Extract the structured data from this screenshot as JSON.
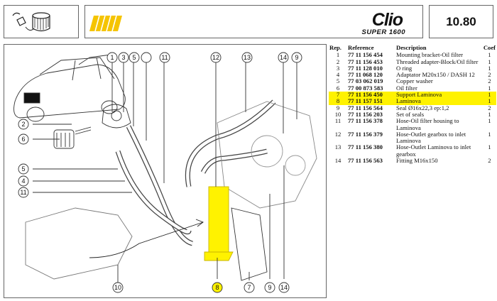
{
  "header": {
    "logo_main": "Clio",
    "logo_sub": "SUPER 1600",
    "page_number": "10.80"
  },
  "colors": {
    "highlight": "#fff200",
    "logo_accent": "#f5c400",
    "border": "#666666"
  },
  "icons": {
    "header_left": "oil-filter-icon",
    "header_band": "stripe-logo-icon"
  },
  "diagram": {
    "callouts": [
      "1",
      "3",
      "5",
      "11",
      "12",
      "13",
      "14",
      "9",
      "2",
      "6",
      "5",
      "4",
      "11",
      "10",
      "8",
      "7",
      "9",
      "14"
    ]
  },
  "parts_table": {
    "columns": [
      "Rep.",
      "Reference",
      "Description",
      "Coef"
    ],
    "rows": [
      {
        "rep": "1",
        "ref": "77 11 156 454",
        "desc": "Mounting bracket-Oil filter",
        "coef": "1",
        "highlight": false
      },
      {
        "rep": "2",
        "ref": "77 11 156 453",
        "desc": "Threaded adapter-Block/Oil filter",
        "coef": "1",
        "highlight": false
      },
      {
        "rep": "3",
        "ref": "77 11 128 010",
        "desc": "O ring",
        "coef": "1",
        "highlight": false
      },
      {
        "rep": "4",
        "ref": "77 11 068 120",
        "desc": "Adaptator M20x150 / DASH 12",
        "coef": "2",
        "highlight": false
      },
      {
        "rep": "5",
        "ref": "77 03 062 019",
        "desc": "Copper washer",
        "coef": "2",
        "highlight": false
      },
      {
        "rep": "6",
        "ref": "77 00 873 583",
        "desc": "Oil filter",
        "coef": "1",
        "highlight": false
      },
      {
        "rep": "7",
        "ref": "77 11 156 450",
        "desc": "Support Laminova",
        "coef": "1",
        "highlight": true
      },
      {
        "rep": "8",
        "ref": "77 11 157 151",
        "desc": "Laminova",
        "coef": "1",
        "highlight": true
      },
      {
        "rep": "9",
        "ref": "77 11 156 564",
        "desc": "Seal Ø16x22,3 ep:1,2",
        "coef": "2",
        "highlight": false
      },
      {
        "rep": "10",
        "ref": "77 11 156 203",
        "desc": "Set of seals",
        "coef": "1",
        "highlight": false
      },
      {
        "rep": "11",
        "ref": "77 11 156 378",
        "desc": "Hose-Oil filter housing to Laminova",
        "coef": "1",
        "highlight": false
      },
      {
        "rep": "12",
        "ref": "77 11 156 379",
        "desc": "Hose-Outlet gearbox to inlet Laminova",
        "coef": "1",
        "highlight": false
      },
      {
        "rep": "13",
        "ref": "77 11 156 380",
        "desc": "Hose-Outlet Laminova to inlet gearbox",
        "coef": "1",
        "highlight": false
      },
      {
        "rep": "14",
        "ref": "77 11 156 563",
        "desc": "Fitting M16x150",
        "coef": "2",
        "highlight": false
      }
    ]
  }
}
